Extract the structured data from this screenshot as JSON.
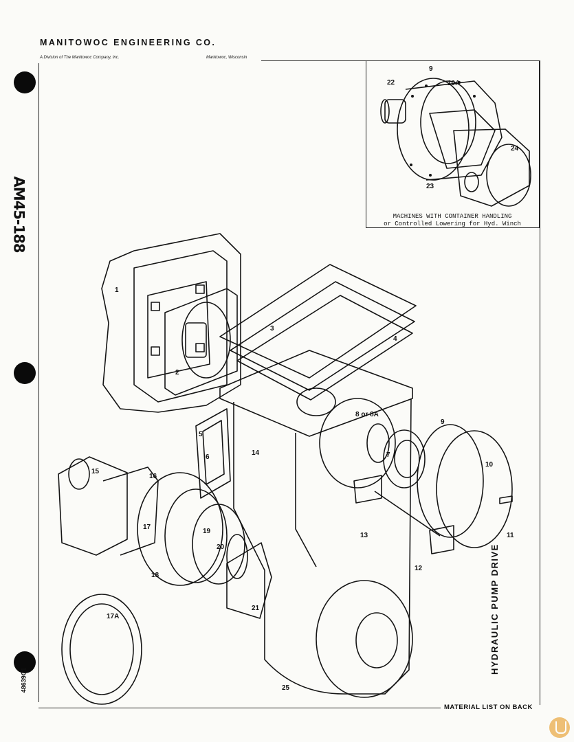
{
  "header": {
    "company": "MANITOWOC ENGINEERING CO.",
    "division": "A Division of The Manitowoc Company, Inc.",
    "location": "Manitowoc, Wisconsin"
  },
  "handwriting": "AM45-188",
  "doc_number": "48639C1",
  "side_title": "HYDRAULIC PUMP DRIVE",
  "footer": {
    "material_note": "MATERIAL LIST ON BACK"
  },
  "inset": {
    "caption_line1": "MACHINES WITH CONTAINER HANDLING",
    "caption_line2": "or Controlled Lowering for Hyd. Winch"
  },
  "callouts": [
    "1",
    "2",
    "3",
    "4",
    "5",
    "6",
    "7",
    "8 or 8A",
    "9",
    "10",
    "11",
    "12",
    "13",
    "14",
    "15",
    "16",
    "17",
    "17A",
    "18",
    "19",
    "20",
    "21",
    "22",
    "9",
    "10A",
    "23",
    "24",
    "25"
  ]
}
